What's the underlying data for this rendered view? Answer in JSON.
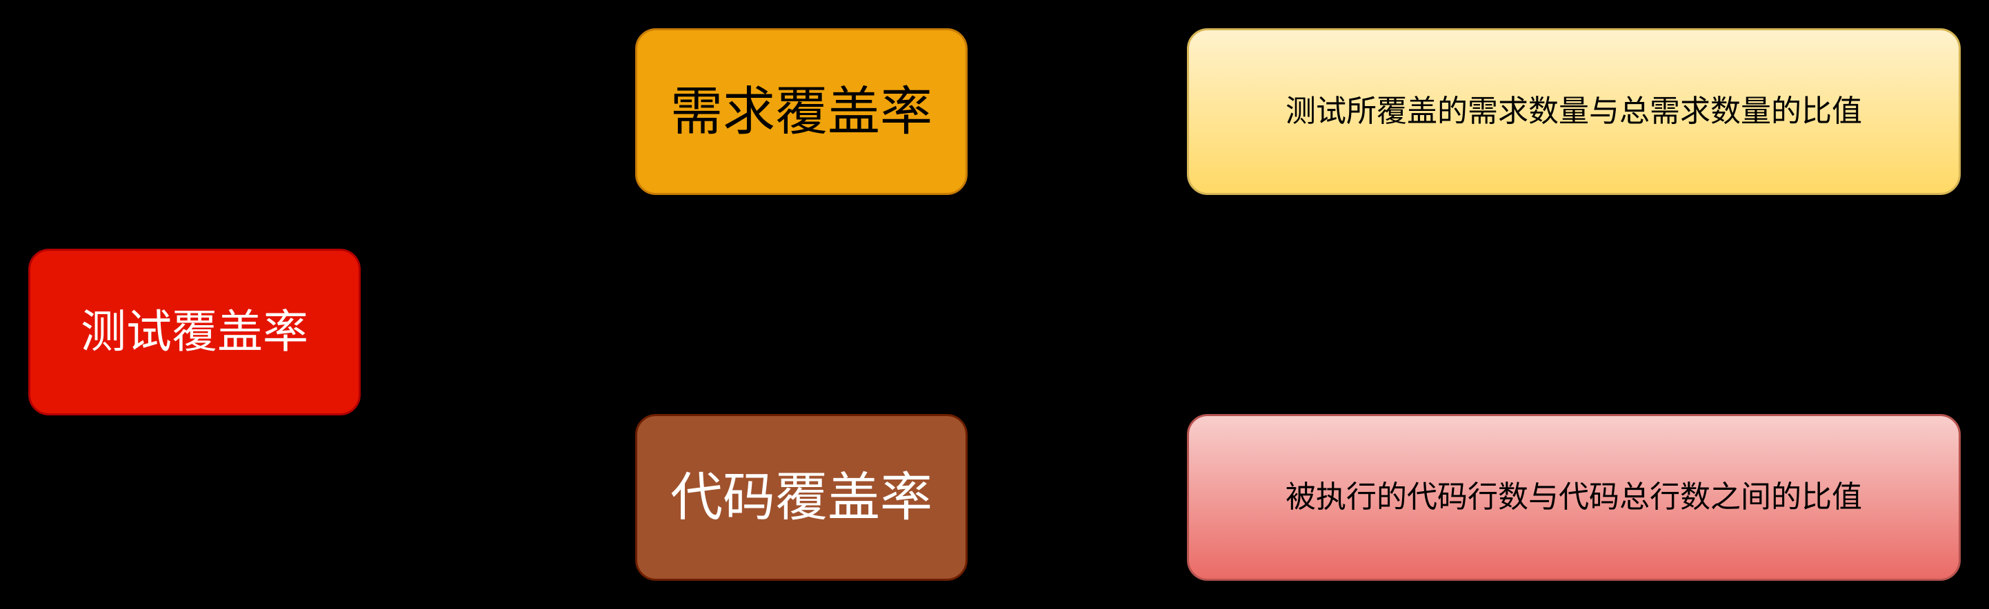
{
  "diagram": {
    "background": "#000000",
    "root": {
      "label": "测试覆盖率",
      "fill": "#E51400",
      "border": "#B20000",
      "text_color": "#FFFFFF"
    },
    "branches": [
      {
        "label": "需求覆盖率",
        "fill": "#F0A30A",
        "border": "#C87C06",
        "text_color": "#000000",
        "description": {
          "text": "测试所覆盖的需求数量与总需求数量的比值",
          "gradient_top": "#FFF2CC",
          "gradient_bottom": "#FFD966",
          "border": "#D6B656"
        }
      },
      {
        "label": "代码覆盖率",
        "fill": "#A0522D",
        "border": "#6D1F00",
        "text_color": "#FFFFFF",
        "description": {
          "text": "被执行的代码行数与代码总行数之间的比值",
          "gradient_top": "#F8CECC",
          "gradient_bottom": "#EA6B66",
          "border": "#B85450"
        }
      }
    ],
    "edges": [
      {
        "from": "测试覆盖率",
        "to": "需求覆盖率"
      },
      {
        "from": "测试覆盖率",
        "to": "代码覆盖率"
      },
      {
        "from": "需求覆盖率",
        "to": "测试所覆盖的需求数量与总需求数量的比值"
      },
      {
        "from": "代码覆盖率",
        "to": "被执行的代码行数与代码总行数之间的比值"
      }
    ]
  }
}
